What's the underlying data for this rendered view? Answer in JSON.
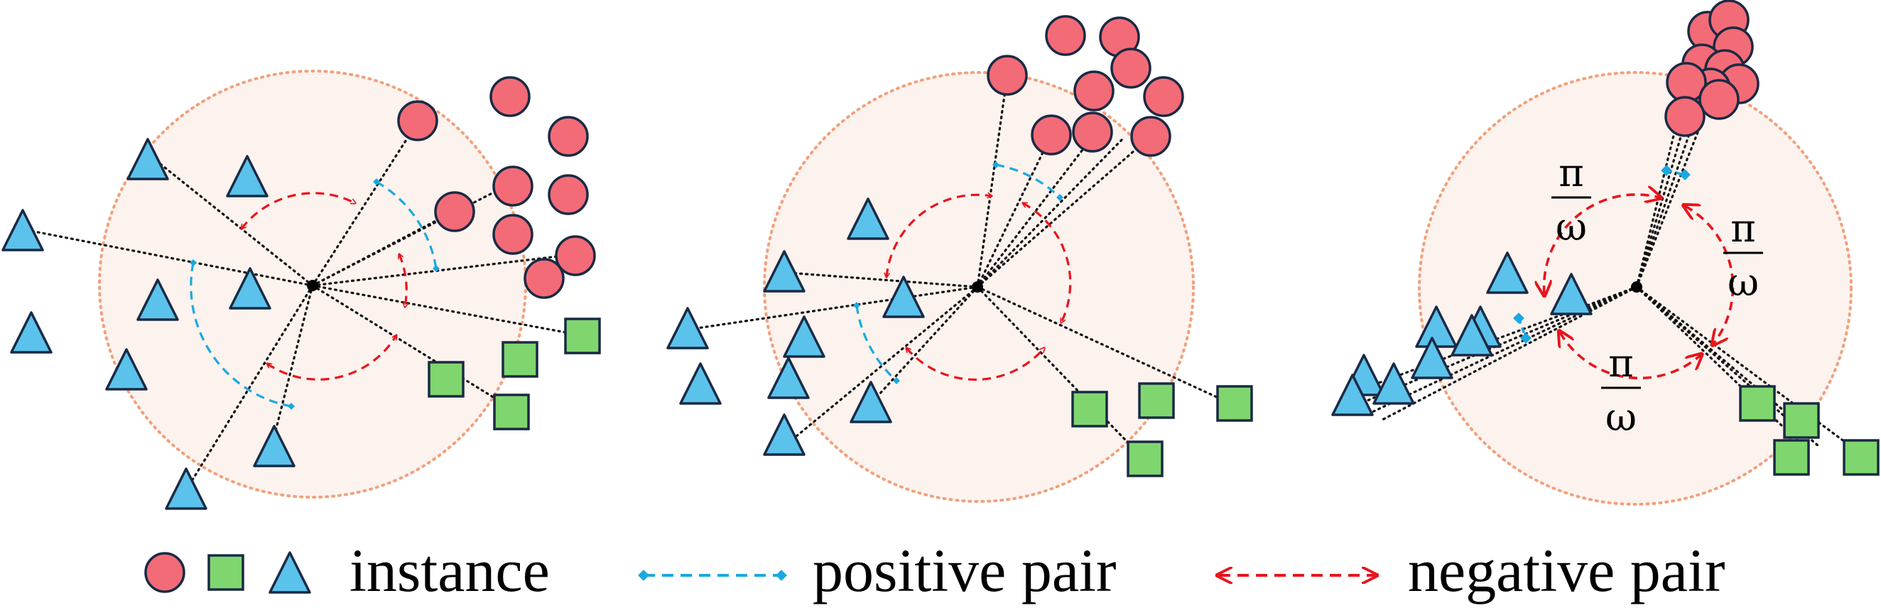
{
  "colors": {
    "circle": "#f36b77",
    "square": "#7fd66e",
    "triangle": "#5bc2ec",
    "stroke": "#1a2a44",
    "sphere_fill": "#fcf2ee",
    "sphere_edge": "#f2a07a",
    "positive": "#19a9e0",
    "negative": "#e8141c"
  },
  "legend": {
    "instance": "instance",
    "positive": "positive pair",
    "negative": "negative pair"
  },
  "angle_label": {
    "numerator": "π",
    "denominator": "ω"
  }
}
